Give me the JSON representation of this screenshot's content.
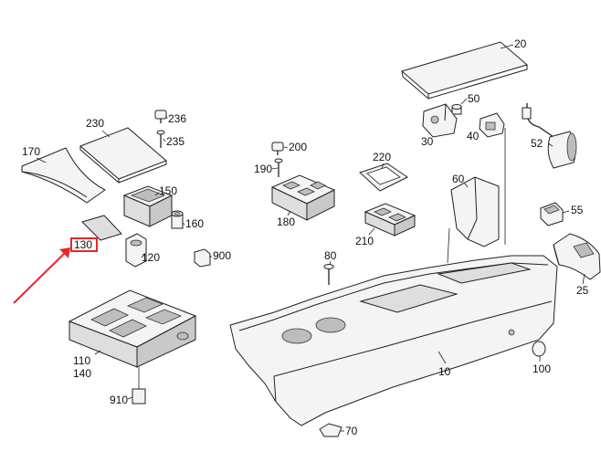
{
  "diagram": {
    "callouts": {
      "c10": "10",
      "c20": "20",
      "c25": "25",
      "c30": "30",
      "c40": "40",
      "c50": "50",
      "c52": "52",
      "c55": "55",
      "c60": "60",
      "c70": "70",
      "c80": "80",
      "c100": "100",
      "c110": "110",
      "c120": "120",
      "c140": "140",
      "c150": "150",
      "c160": "160",
      "c170": "170",
      "c180": "180",
      "c190": "190",
      "c200": "200",
      "c210": "210",
      "c220": "220",
      "c230": "230",
      "c235": "235",
      "c236": "236",
      "c900": "900",
      "c910": "910"
    },
    "highlighted_callout": "130",
    "colors": {
      "highlight": "#e8282b",
      "line": "#222222",
      "part_fill": "#f4f4f4",
      "part_shade": "#c9c9c9"
    }
  }
}
